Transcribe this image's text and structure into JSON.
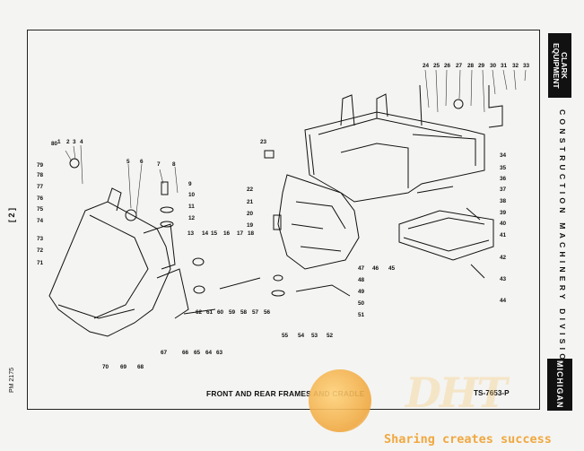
{
  "page": {
    "page_number": "[ 2 ]",
    "pm_code": "PM 2175",
    "caption": "FRONT AND REAR FRAMES AND CRADLE",
    "ref_code": "TS-7653-P"
  },
  "brand": {
    "logo_text": "CLARK EQUIPMENT",
    "division": "CONSTRUCTION MACHINERY DIVISION",
    "product": "MICHIGAN"
  },
  "watermark": {
    "logo": "DHT",
    "text": "Sharing creates success"
  },
  "part_numbers": [
    "1",
    "2",
    "3",
    "4",
    "5",
    "6",
    "7",
    "8",
    "9",
    "10",
    "11",
    "12",
    "13",
    "14",
    "15",
    "16",
    "17",
    "18",
    "19",
    "20",
    "21",
    "22",
    "23",
    "24",
    "25",
    "26",
    "27",
    "28",
    "29",
    "30",
    "31",
    "32",
    "33",
    "34",
    "35",
    "36",
    "37",
    "38",
    "39",
    "40",
    "41",
    "42",
    "43",
    "44",
    "45",
    "46",
    "47",
    "48",
    "49",
    "50",
    "51",
    "52",
    "53",
    "54",
    "55",
    "56",
    "57",
    "58",
    "59",
    "60",
    "61",
    "62",
    "63",
    "64",
    "65",
    "66",
    "67",
    "68",
    "69",
    "70",
    "71",
    "72",
    "73",
    "74",
    "75",
    "76",
    "77",
    "78",
    "79",
    "80"
  ],
  "colors": {
    "ink": "#111111",
    "paper": "#f4f4f2",
    "watermark": "#f0a840"
  }
}
